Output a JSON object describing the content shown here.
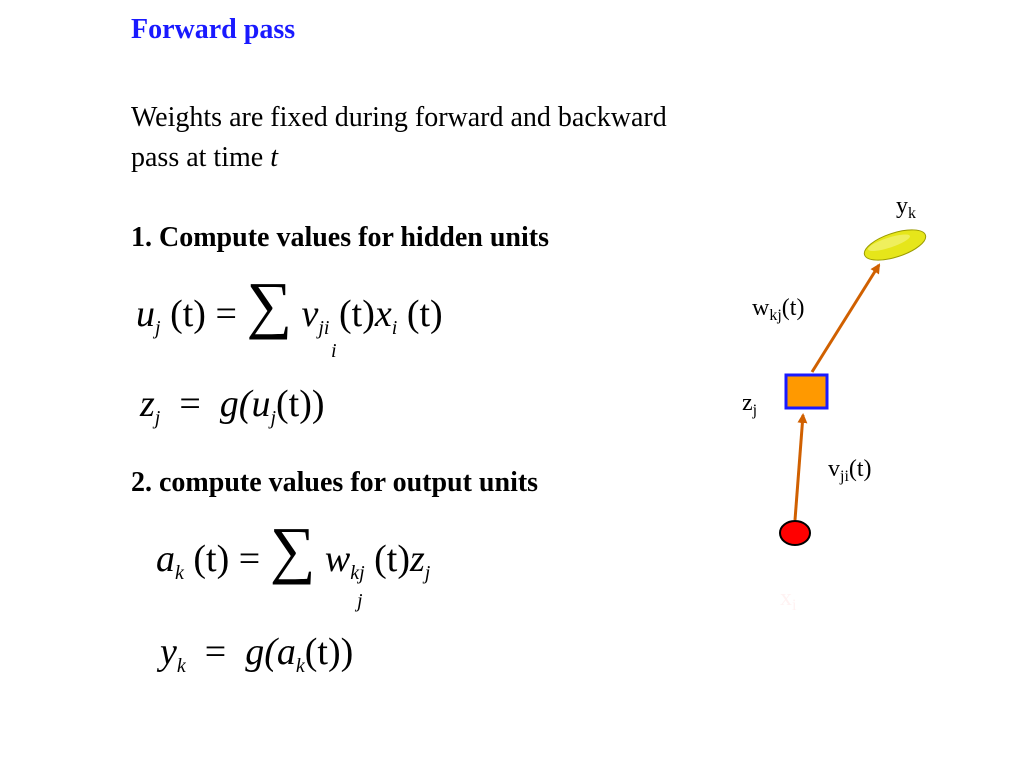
{
  "title": "Forward pass",
  "colors": {
    "title": "#1a1aff",
    "arrow": "#d06000",
    "hidden_fill": "#ff9900",
    "hidden_border": "#1a1aff",
    "input_fill": "#ff0000",
    "output_fill": "#e6e61a"
  },
  "intro": {
    "line1": "Weights are fixed during forward and backward",
    "line2": "pass  at time ",
    "time_var": "t"
  },
  "step1": "1. Compute values for hidden units",
  "step2": "2. compute values for output units",
  "equations": {
    "u": {
      "lhs": "u",
      "lhs_sub": "j",
      "t1": "(t)",
      "eq": "=",
      "sum": "∑",
      "sum_index": "i",
      "v": "v",
      "v_sub": "ji",
      "t2": "(t)",
      "x": "x",
      "x_sub": "i",
      "t3": "(t)"
    },
    "z": {
      "lhs": "z",
      "lhs_sub": "j",
      "eq": "=",
      "g": "g(u",
      "g_sub": "j",
      "tail": "(t))"
    },
    "a": {
      "lhs": "a",
      "lhs_sub": "k",
      "t1": "(t)",
      "eq": "=",
      "sum": "∑",
      "sum_index": "j",
      "w": "w",
      "w_sub": "kj",
      "t2": "(t)",
      "z": "z",
      "z_sub": "j"
    },
    "y": {
      "lhs": "y",
      "lhs_sub": "k",
      "eq": "=",
      "g": "g(a",
      "g_sub": "k",
      "tail": "(t))"
    }
  },
  "diagram": {
    "output_label": {
      "base": "y",
      "sub": "k"
    },
    "w_label": {
      "base": "w",
      "sub": "kj",
      "tail": "(t)"
    },
    "hidden_label": {
      "base": "z",
      "sub": "j"
    },
    "v_label": {
      "base": "v",
      "sub": "ji",
      "tail": "(t)"
    },
    "input_label": {
      "base": "x",
      "sub": "i"
    }
  }
}
